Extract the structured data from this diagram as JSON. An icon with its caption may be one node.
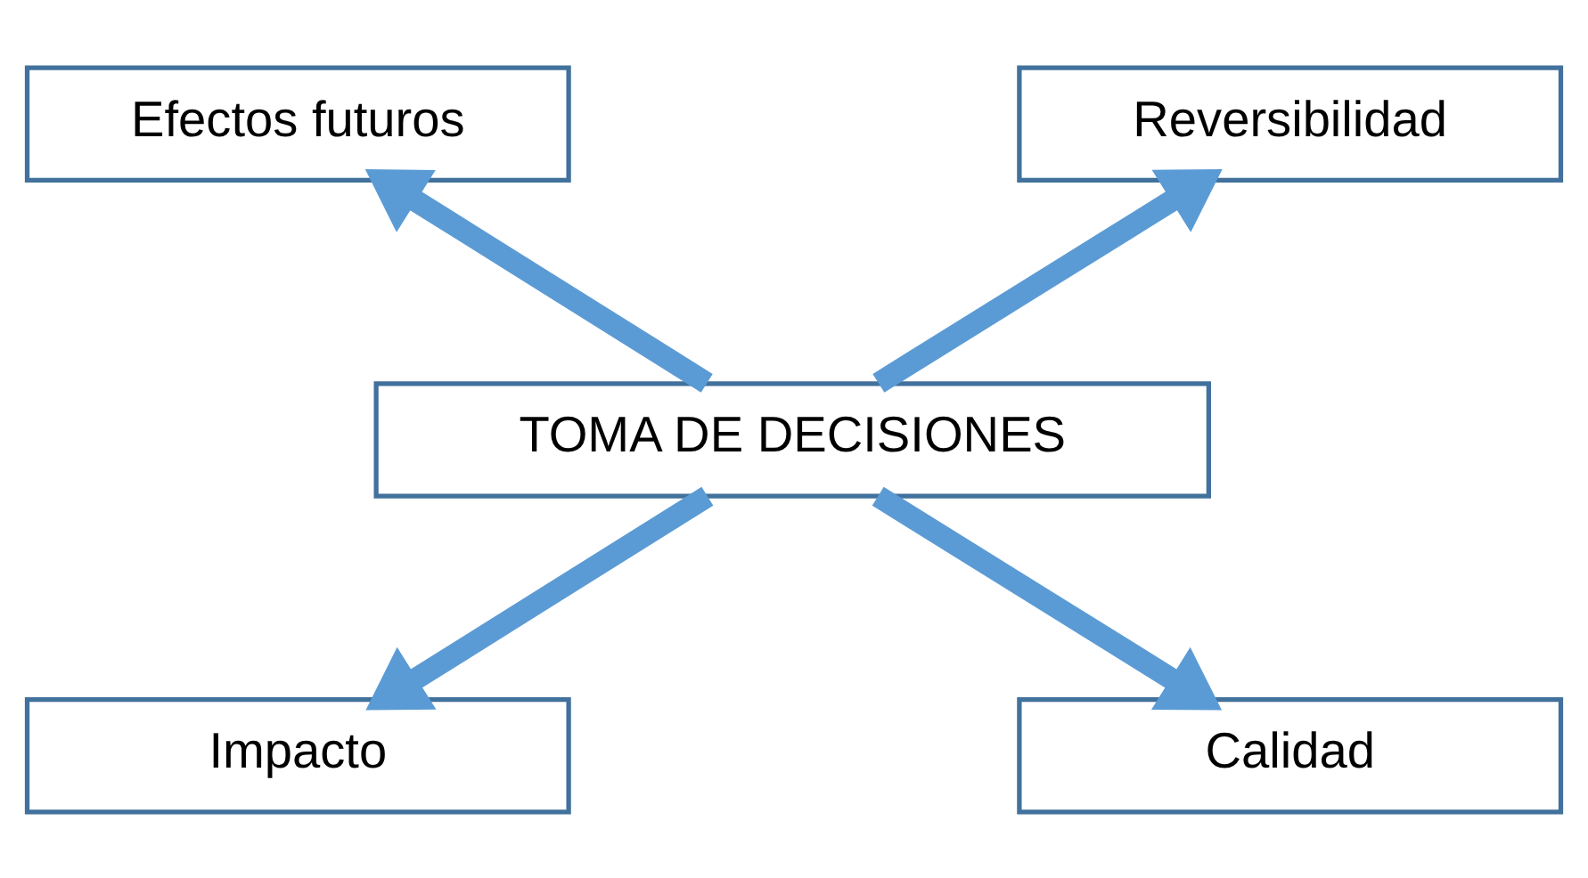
{
  "diagram": {
    "nodes": [
      {
        "text": [
          "Efectos futuros"
        ]
      },
      {
        "text": [
          "Reversibilidad"
        ]
      },
      {
        "text": [
          "TOMA DE DECISIONES"
        ]
      },
      {
        "text": [
          "Impacto"
        ]
      },
      {
        "text": [
          "Calidad"
        ]
      }
    ],
    "edges": [
      {
        "from": 2,
        "to": 0,
        "arrow": "to"
      },
      {
        "from": 2,
        "to": 1,
        "arrow": "to"
      },
      {
        "from": 2,
        "to": 3,
        "arrow": "to"
      },
      {
        "from": 2,
        "to": 4,
        "arrow": "to"
      }
    ]
  }
}
